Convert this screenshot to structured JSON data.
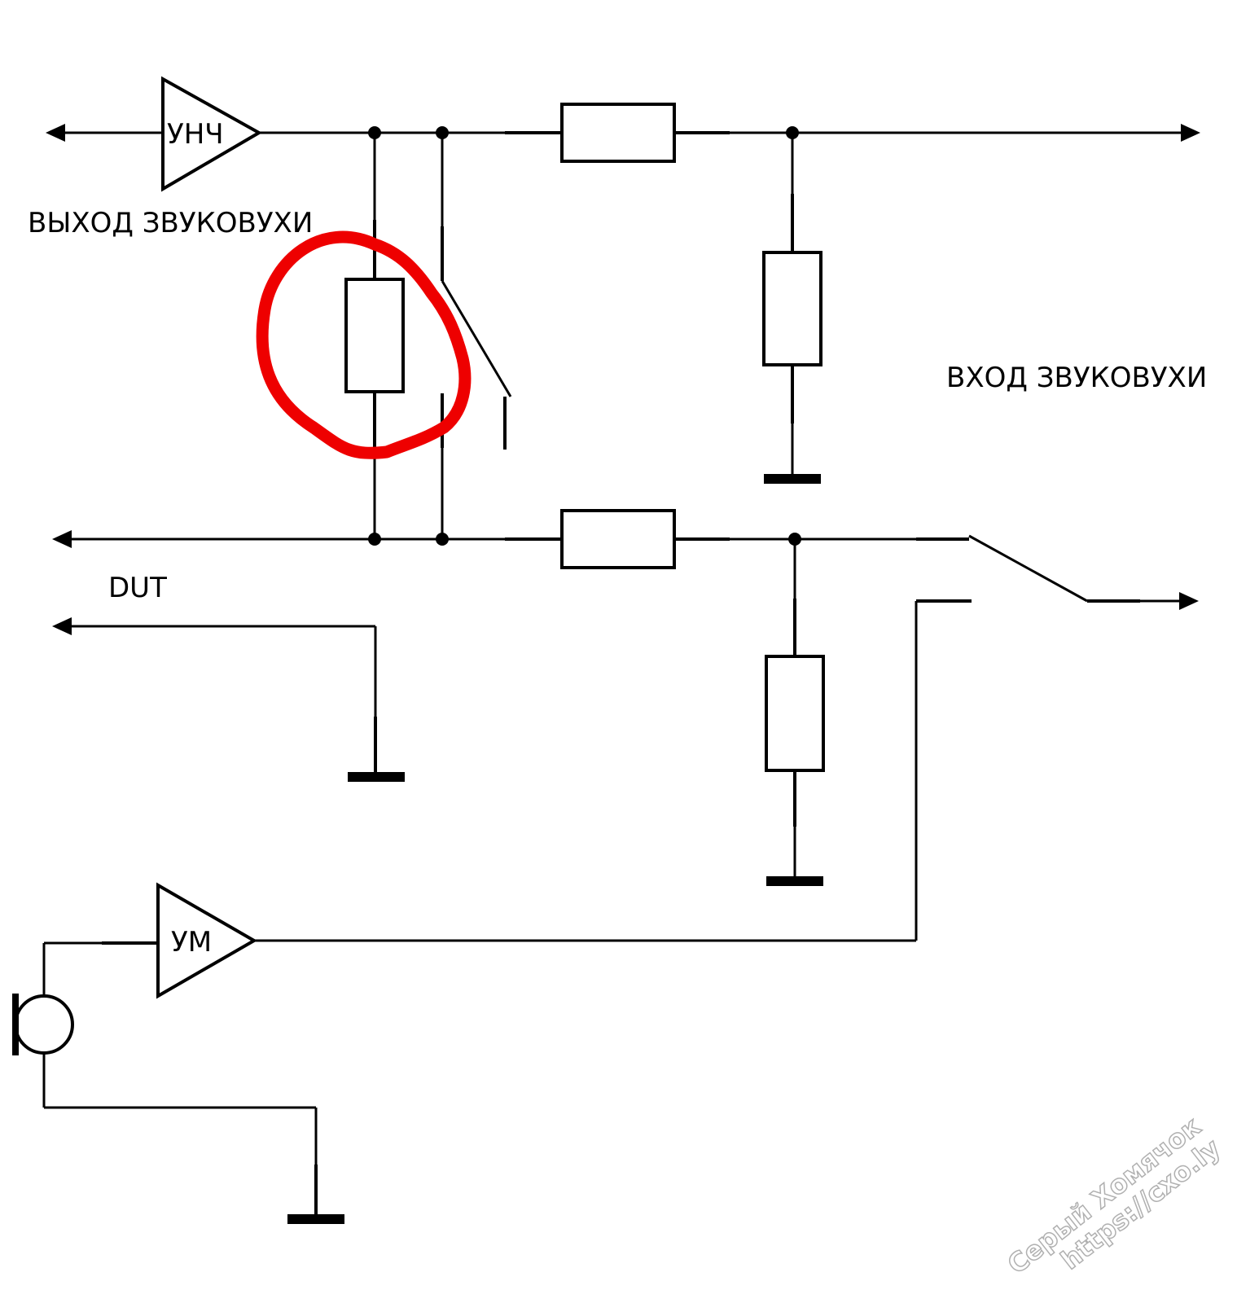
{
  "amplifiers": {
    "output_amp": "УНЧ",
    "mic_amp": "УМ"
  },
  "labels": {
    "soundcard_output": "ВЫХОД ЗВУКОВУХИ",
    "soundcard_input": "ВХОД ЗВУКОВУХИ",
    "dut": "DUT"
  },
  "watermark": {
    "line1": "Серый Хомячок",
    "line2": "https://cxo.ly"
  },
  "colors": {
    "wire": "#000000",
    "highlight": "#ee0000"
  }
}
